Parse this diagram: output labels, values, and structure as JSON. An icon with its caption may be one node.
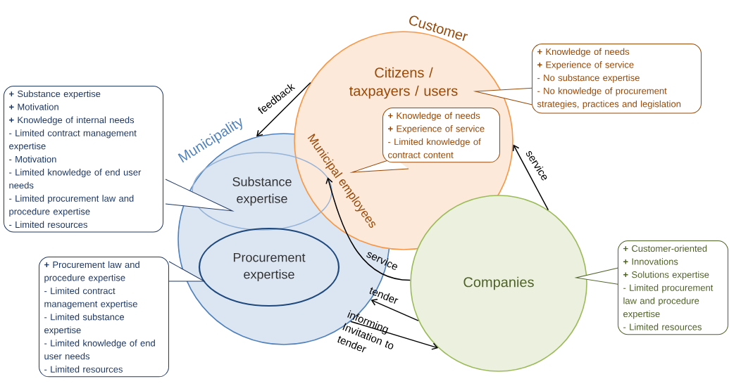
{
  "diagram": {
    "nodes": [
      {
        "text": [
          "Customer",
          "Citizens / taxpayers / users"
        ]
      },
      {
        "text": [
          "Municipality"
        ]
      },
      {
        "text": [
          "Substance expertise"
        ],
        "in": 1
      },
      {
        "text": [
          "Procurement expertise"
        ],
        "in": 1
      },
      {
        "text": [
          "Companies"
        ]
      },
      {
        "text": [
          "**+** Substance expertise",
          "**+** Motivation",
          "**+** Knowledge of internal needs",
          "- Limited contract management expertise",
          "- Motivation",
          "- Limited knowledge of end user needs",
          "- Limited procurement law and procedure expertise",
          "- Limited resources"
        ]
      },
      {
        "text": [
          "**+** Procurement law and procedure expertise",
          "- Limited contract management expertise",
          "- Limited substance expertise",
          "- Limited knowledge of end user needs",
          "- Limited resources"
        ]
      },
      {
        "text": [
          "**+** Knowledge of needs",
          "**+** Experience of service",
          "- No substance expertise",
          "- No knowledge of procurement strategies, practices and legislation"
        ]
      },
      {
        "text": [
          "**+** Knowledge of needs",
          "**+** Experience of service",
          "- Limited knowledge of contract content"
        ],
        "in": 0
      },
      {
        "text": [
          "**+** Customer-oriented",
          "**+** Innovations",
          "**+** Solutions expertise",
          "- Limited procurement law and procedure expertise",
          "- Limited resources"
        ]
      }
    ],
    "edges": [
      {
        "from": 0,
        "to": 1,
        "arrow": "to",
        "label": "feedback"
      },
      {
        "from": 4,
        "to": 2,
        "arrow": "to",
        "label": "service"
      },
      {
        "from": 4,
        "to": 1,
        "arrow": "to",
        "label": "tender"
      },
      {
        "from": 1,
        "to": 4,
        "arrow": "to",
        "label": "informing Invitation to tender"
      },
      {
        "from": 4,
        "to": 0,
        "arrow": "to",
        "label": "service"
      }
    ],
    "labels": [
      "Municipal employees"
    ]
  }
}
